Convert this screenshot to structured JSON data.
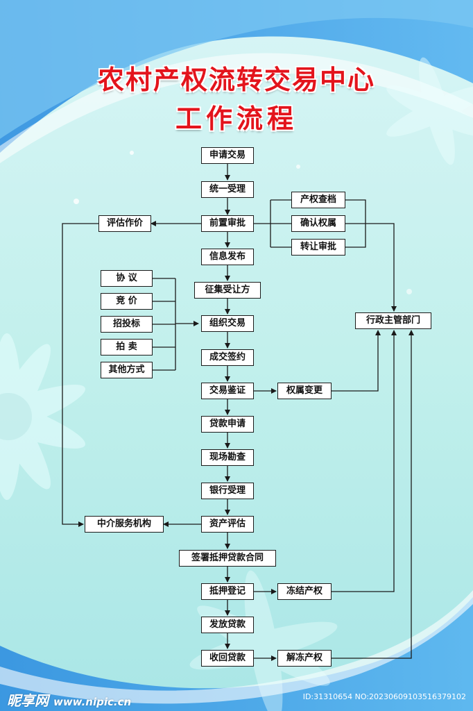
{
  "title_line1": "农村产权流转交易中心",
  "title_line2": "工作流程",
  "nodes": {
    "apply": "申请交易",
    "accept": "统一受理",
    "pre_approval": "前置审批",
    "info_release": "信息发布",
    "solicit": "征集受让方",
    "organize": "组织交易",
    "sign": "成交签约",
    "verify": "交易鉴证",
    "loan_apply": "贷款申请",
    "survey": "现场勘查",
    "bank_accept": "银行受理",
    "asset_eval": "资产评估",
    "contract": "签署抵押贷款合同",
    "mortgage_reg": "抵押登记",
    "disburse": "发放贷款",
    "recover": "收回贷款",
    "eval_pricing": "评估作价",
    "rights_check": "产权查档",
    "confirm_rights": "确认权属",
    "transfer_approval": "转让审批",
    "admin_dept": "行政主管部门",
    "agreement": "协 议",
    "bidding": "竞 价",
    "tender": "招投标",
    "auction": "拍 卖",
    "other": "其他方式",
    "ownership_change": "权属变更",
    "intermediary": "中介服务机构",
    "freeze": "冻结产权",
    "unfreeze": "解冻产权"
  },
  "watermark": {
    "logo": "昵享网",
    "url": "www.nipic.cn",
    "id_text": "ID:31310654 NO:20230609103516379102"
  }
}
